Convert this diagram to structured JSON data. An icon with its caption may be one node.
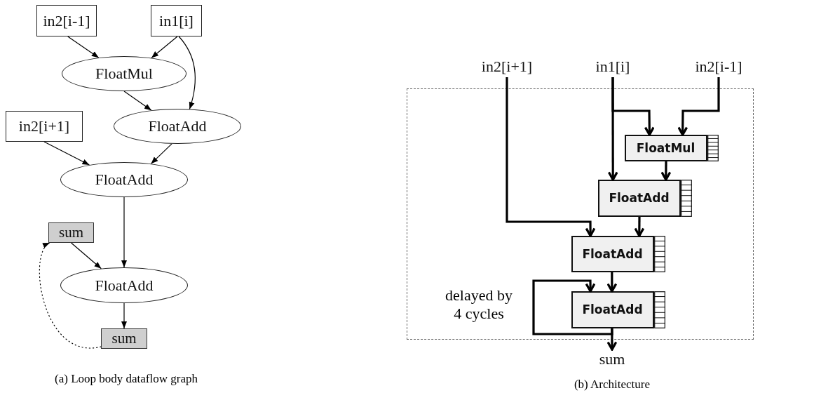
{
  "diagram": {
    "nodes": [
      {
        "text": [
          "in2[i-1]"
        ]
      },
      {
        "text": [
          "in1[i]"
        ]
      },
      {
        "text": [
          "FloatMul"
        ]
      },
      {
        "text": [
          "in2[i+1]"
        ]
      },
      {
        "text": [
          "FloatAdd"
        ]
      },
      {
        "text": [
          "FloatAdd"
        ]
      },
      {
        "text": [
          "sum"
        ]
      },
      {
        "text": [
          "FloatAdd"
        ]
      },
      {
        "text": [
          "sum"
        ]
      },
      {
        "text": [],
        "shape": "box"
      },
      {
        "text": [
          "in2[i+1]"
        ]
      },
      {
        "text": [
          "in1[i]"
        ]
      },
      {
        "text": [
          "in2[i-1]"
        ]
      },
      {
        "text": [
          "FloatMul"
        ],
        "in": 9
      },
      {
        "text": [
          "FloatAdd"
        ],
        "in": 9
      },
      {
        "text": [
          "FloatAdd"
        ],
        "in": 9
      },
      {
        "text": [
          "FloatAdd"
        ],
        "in": 9
      },
      {
        "text": [
          "sum"
        ]
      }
    ],
    "edges": [
      {
        "from": 0,
        "to": 2,
        "arrow": "to"
      },
      {
        "from": 1,
        "to": 2,
        "arrow": "to"
      },
      {
        "from": 1,
        "to": 4,
        "arrow": "to"
      },
      {
        "from": 2,
        "to": 4,
        "arrow": "to"
      },
      {
        "from": 3,
        "to": 5,
        "arrow": "to"
      },
      {
        "from": 4,
        "to": 5,
        "arrow": "to"
      },
      {
        "from": 5,
        "to": 7,
        "arrow": "to"
      },
      {
        "from": 6,
        "to": 7,
        "arrow": "to"
      },
      {
        "from": 7,
        "to": 8,
        "arrow": "to"
      },
      {
        "from": 8,
        "to": 6,
        "arrow": "to",
        "style": "dashed"
      },
      {
        "from": 10,
        "to": 15,
        "arrow": "to",
        "style": "thick"
      },
      {
        "from": 11,
        "to": 13,
        "arrow": "to",
        "style": "thick"
      },
      {
        "from": 11,
        "to": 14,
        "arrow": "to",
        "style": "thick"
      },
      {
        "from": 12,
        "to": 13,
        "arrow": "to",
        "style": "thick"
      },
      {
        "from": 13,
        "to": 14,
        "arrow": "to",
        "style": "thick"
      },
      {
        "from": 14,
        "to": 15,
        "arrow": "to",
        "style": "thick"
      },
      {
        "from": 15,
        "to": 16,
        "arrow": "to",
        "style": "thick"
      },
      {
        "from": 16,
        "to": 16,
        "arrow": "to",
        "style": "thick",
        "label": "delayed by 4 cycles"
      },
      {
        "from": 16,
        "to": 17,
        "arrow": "to",
        "style": "thick"
      }
    ],
    "labels": [
      "(a) Loop body dataflow graph",
      "(b) Architecture"
    ]
  }
}
